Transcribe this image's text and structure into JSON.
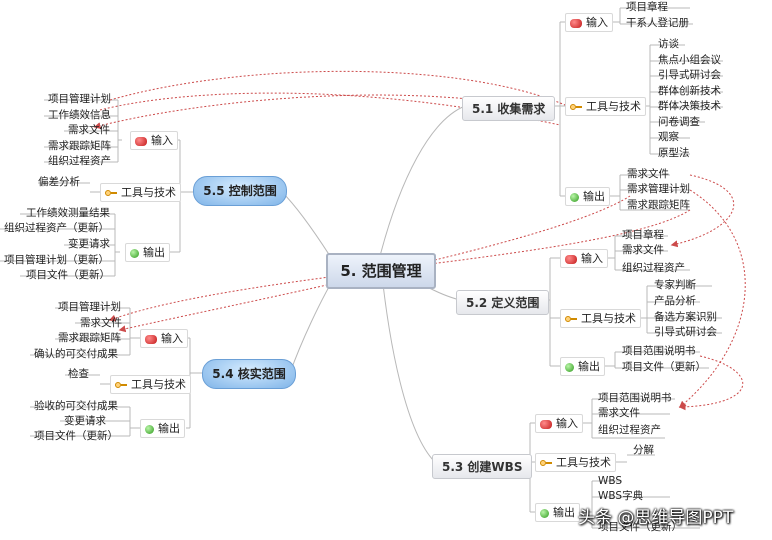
{
  "central": "5. 范围管理",
  "b51": {
    "title": "5.1 收集需求",
    "input": "输入",
    "tools": "工具与技术",
    "output": "输出",
    "input_items": [
      "项目章程",
      "干系人登记册"
    ],
    "tool_items": [
      "访谈",
      "焦点小组会议",
      "引导式研讨会",
      "群体创新技术",
      "群体决策技术",
      "问卷调查",
      "观察",
      "原型法"
    ],
    "output_items": [
      "需求文件",
      "需求管理计划",
      "需求跟踪矩阵"
    ]
  },
  "b52": {
    "title": "5.2 定义范围",
    "input": "输入",
    "tools": "工具与技术",
    "output": "输出",
    "input_items": [
      "项目章程",
      "需求文件",
      "组织过程资产"
    ],
    "tool_items": [
      "专家判断",
      "产品分析",
      "备选方案识别",
      "引导式研讨会"
    ],
    "output_items": [
      "项目范围说明书",
      "项目文件（更新）"
    ]
  },
  "b53": {
    "title": "5.3 创建WBS",
    "input": "输入",
    "tools": "工具与技术",
    "output": "输出",
    "input_items": [
      "项目范围说明书",
      "需求文件",
      "组织过程资产"
    ],
    "tool_items": [
      "分解"
    ],
    "output_items": [
      "WBS",
      "WBS字典",
      "项目文件（更新）"
    ]
  },
  "b54": {
    "title": "5.4 核实范围",
    "input": "输入",
    "tools": "工具与技术",
    "output": "输出",
    "input_items": [
      "项目管理计划",
      "需求文件",
      "需求跟踪矩阵",
      "确认的可交付成果"
    ],
    "tool_items": [
      "检查"
    ],
    "output_items": [
      "验收的可交付成果",
      "变更请求",
      "项目文件（更新）"
    ]
  },
  "b55": {
    "title": "5.5 控制范围",
    "input": "输入",
    "tools": "工具与技术",
    "output": "输出",
    "input_items": [
      "项目管理计划",
      "工作绩效信息",
      "需求文件",
      "需求跟踪矩阵",
      "组织过程资产"
    ],
    "tool_items": [
      "偏差分析"
    ],
    "output_items": [
      "工作绩效测量结果",
      "组织过程资产（更新）",
      "变更请求",
      "项目管理计划（更新）",
      "项目文件（更新）"
    ]
  },
  "watermark": "头条 @思维导图PPT",
  "colors": {
    "connector": "#b8b8b8",
    "dotted": "#cc4a4a",
    "oval": "#8ec0ee",
    "central": "#cdd8ea"
  },
  "icons": {
    "input": "red-gem-icon",
    "tools": "key-icon",
    "output": "green-orb-icon"
  }
}
